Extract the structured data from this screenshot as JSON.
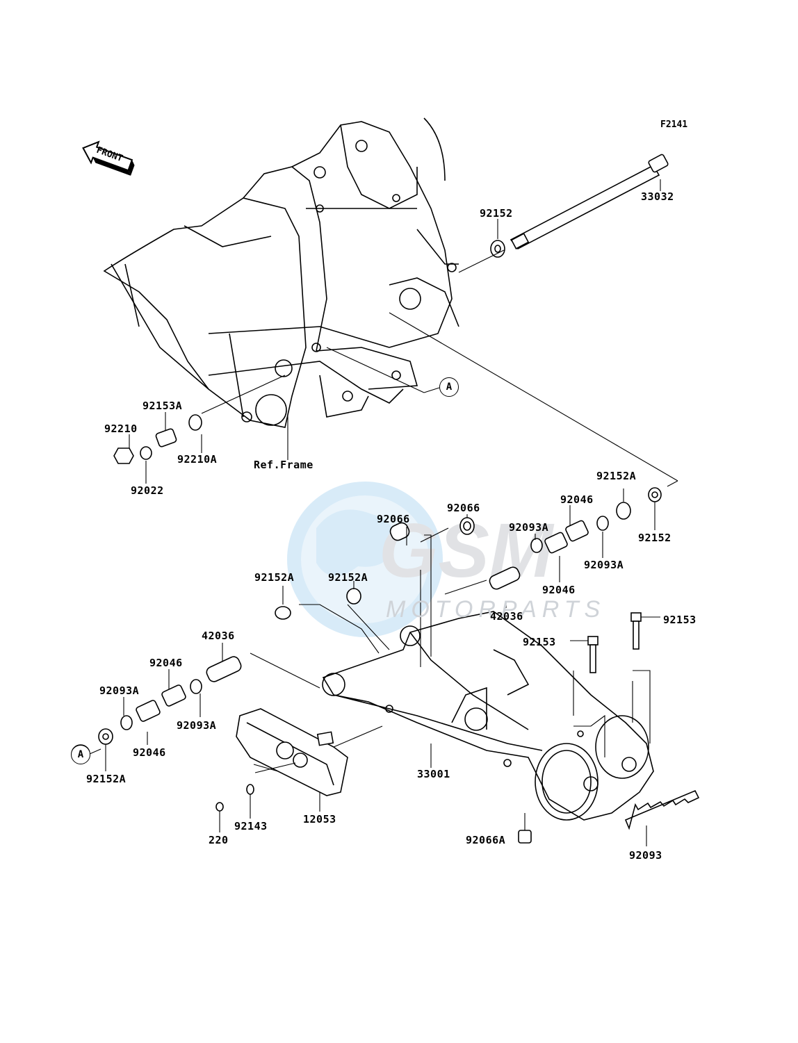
{
  "diagram": {
    "code": "F2141",
    "front_label": "FRONT",
    "ref_frame_label": "Ref.Frame",
    "ref_marker": "A",
    "watermark_text": "MOTORPARTS",
    "watermark_logo": "GSM",
    "colors": {
      "line": "#000000",
      "watermark_blue": "#b9dcf4",
      "watermark_gray": "#c9ccd0"
    }
  },
  "parts": [
    {
      "id": "p33032",
      "number": "33032"
    },
    {
      "id": "p92152_t",
      "number": "92152"
    },
    {
      "id": "p92153A",
      "number": "92153A"
    },
    {
      "id": "p92210",
      "number": "92210"
    },
    {
      "id": "p92210A",
      "number": "92210A"
    },
    {
      "id": "p92022",
      "number": "92022"
    },
    {
      "id": "p92152A_r",
      "number": "92152A"
    },
    {
      "id": "p92152_r",
      "number": "92152"
    },
    {
      "id": "p92046_r1",
      "number": "92046"
    },
    {
      "id": "p92093A_r1",
      "number": "92093A"
    },
    {
      "id": "p92093A_r2",
      "number": "92093A"
    },
    {
      "id": "p92046_r2",
      "number": "92046"
    },
    {
      "id": "p92066_a",
      "number": "92066"
    },
    {
      "id": "p92066_b",
      "number": "92066"
    },
    {
      "id": "p92152A_c",
      "number": "92152A"
    },
    {
      "id": "p92152A_l",
      "number": "92152A"
    },
    {
      "id": "p42036_r",
      "number": "42036"
    },
    {
      "id": "p92153_a",
      "number": "92153"
    },
    {
      "id": "p92153_b",
      "number": "92153"
    },
    {
      "id": "p42036_l",
      "number": "42036"
    },
    {
      "id": "p92046_l1",
      "number": "92046"
    },
    {
      "id": "p92093A_l1",
      "number": "92093A"
    },
    {
      "id": "p92093A_l2",
      "number": "92093A"
    },
    {
      "id": "p92046_l2",
      "number": "92046"
    },
    {
      "id": "p92152A_b",
      "number": "92152A"
    },
    {
      "id": "p33001",
      "number": "33001"
    },
    {
      "id": "p12053",
      "number": "12053"
    },
    {
      "id": "p92143",
      "number": "92143"
    },
    {
      "id": "p220",
      "number": "220"
    },
    {
      "id": "p92066A",
      "number": "92066A"
    },
    {
      "id": "p92093",
      "number": "92093"
    }
  ]
}
